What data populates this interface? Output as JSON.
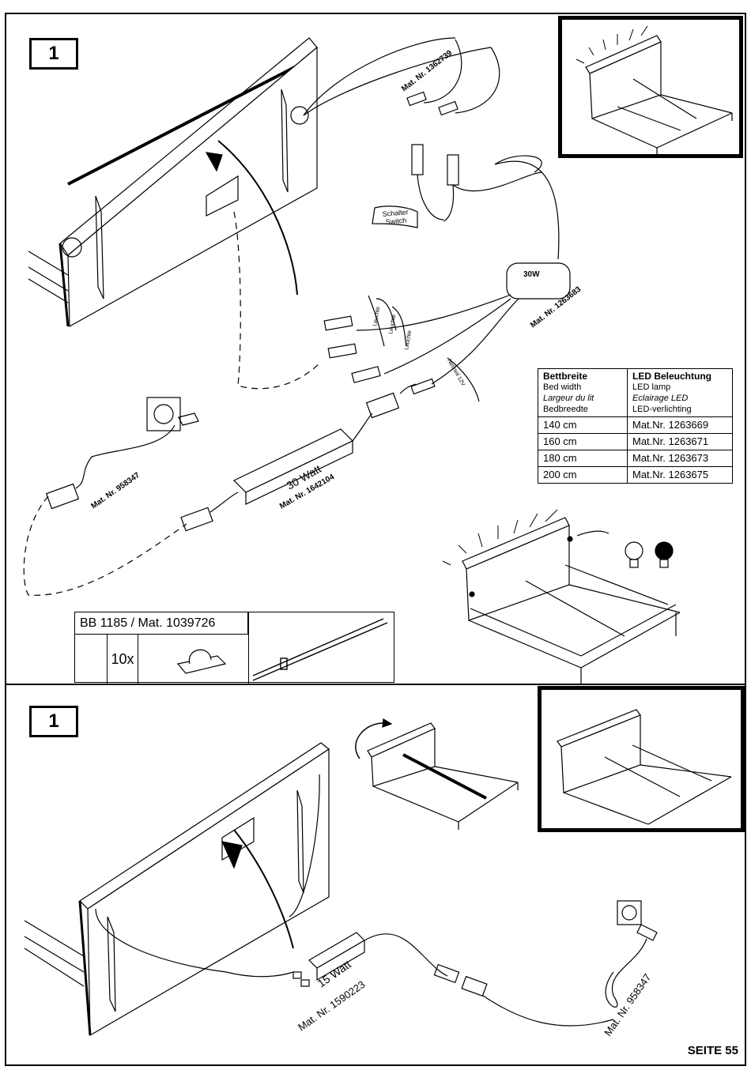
{
  "top": {
    "step": "1",
    "labels": {
      "mat_switch_cable": "Mat. Nr. 1362739",
      "switch_tag": [
        "Schalter",
        "Switch"
      ],
      "power_unit": "30W",
      "mat_power_unit": "Mat. Nr. 1263683",
      "lamp_tags": [
        "Leuchte",
        "Leuchte",
        "Leuchte"
      ],
      "mains_tag": "Netzteil 12V",
      "mat_plug": "Mat. Nr. 958347",
      "driver_watt": "30 Watt",
      "mat_driver": "Mat. Nr. 1642104"
    },
    "led_table": {
      "header": {
        "col1": [
          "Bettbreite",
          "Bed width",
          "Largeur du lit",
          "Bedbreedte"
        ],
        "col2": [
          "LED Beleuchtung",
          "LED lamp",
          "Eclairage LED",
          "LED-verlichting"
        ]
      },
      "rows": [
        {
          "width": "140 cm",
          "mat": "Mat.Nr. 1263669"
        },
        {
          "width": "160 cm",
          "mat": "Mat.Nr. 1263671"
        },
        {
          "width": "180 cm",
          "mat": "Mat.Nr. 1263673"
        },
        {
          "width": "200 cm",
          "mat": "Mat.Nr. 1263675"
        }
      ]
    },
    "clip_part": {
      "title": "BB 1185 / Mat. 1039726",
      "quantity": "10x"
    }
  },
  "bottom": {
    "step": "1",
    "labels": {
      "driver_watt": "15 Watt",
      "mat_driver": "Mat. Nr. 1590223",
      "mat_plug": "Mat. Nr. 958347"
    }
  },
  "footer": {
    "page": "SEITE 55"
  }
}
